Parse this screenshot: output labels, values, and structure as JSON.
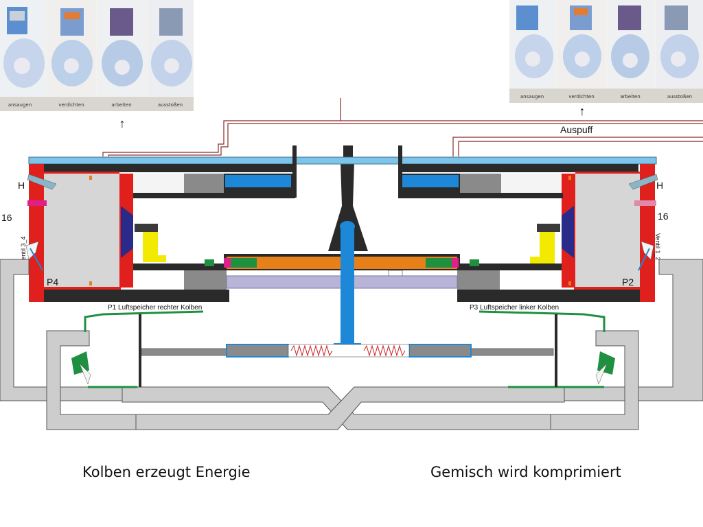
{
  "stroke_panels": {
    "left": {
      "labels": [
        "ansaugen",
        "verdichten",
        "arbeiten",
        "ausstoßen"
      ]
    },
    "right": {
      "labels": [
        "ansaugen",
        "verdichten",
        "arbeiten",
        "ausstoßen"
      ]
    }
  },
  "labels": {
    "arrow_left": "↑",
    "arrow_right": "↑",
    "auspuff": "Auspuff",
    "h_left": "H",
    "h_right": "H",
    "num_left": "16",
    "num_right": "16",
    "valve_left": "Ventil 3_4",
    "valve_right": "Ventil 1_2",
    "p4": "P4",
    "p2": "P2",
    "p1": "P1 Luftspeicher rechter Kolben",
    "p3": "P3 Luftspeicher linker Kolben"
  },
  "captions": {
    "left": "Kolben erzeugt Energie",
    "right": "Gemisch wird komprimiert"
  },
  "colors": {
    "cylinder_wall": "#e0201c",
    "cooling_bar": "#7ec4ea",
    "piston_rod": "#1e88d8",
    "crossbeam": "#e8801a",
    "guide_rail": "#b8b4d8",
    "storage_line": "#1e9040",
    "duct": "#cdcdcd",
    "spring": "#d02020",
    "dark_frame": "#2a2a2a"
  }
}
